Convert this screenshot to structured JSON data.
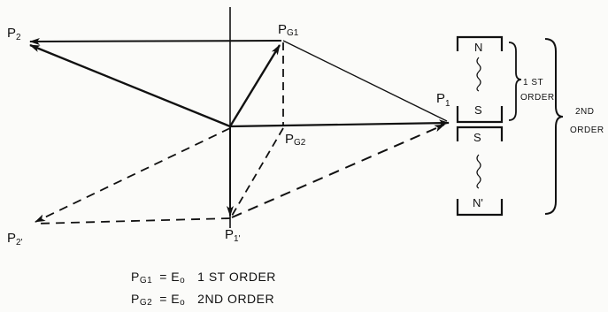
{
  "labels": {
    "p2": "P",
    "p2_sub": "2",
    "pg1": "P",
    "pg1_sub": "G1",
    "pg2": "P",
    "pg2_sub": "G2",
    "p1": "P",
    "p1_sub": "1",
    "p1_prime": "P",
    "p1_prime_sub": "1'",
    "p2_prime": "P",
    "p2_prime_sub": "2'"
  },
  "magnets": {
    "top_north": "N",
    "top_south": "S",
    "bottom_south": "S",
    "bottom_north": "N'",
    "first_order": [
      "1 ST",
      "ORDER"
    ],
    "second_order": [
      "2ND",
      "ORDER"
    ]
  },
  "legend": [
    {
      "symbol": "P",
      "sub": "G1",
      "eq": "= E",
      "eq_sub": "o",
      "text": "1 ST ORDER"
    },
    {
      "symbol": "P",
      "sub": "G2",
      "eq": "= E",
      "eq_sub": "o",
      "text": "2ND ORDER"
    }
  ],
  "colors": {
    "ink": "#111111",
    "paper": "#fbfbf9"
  }
}
